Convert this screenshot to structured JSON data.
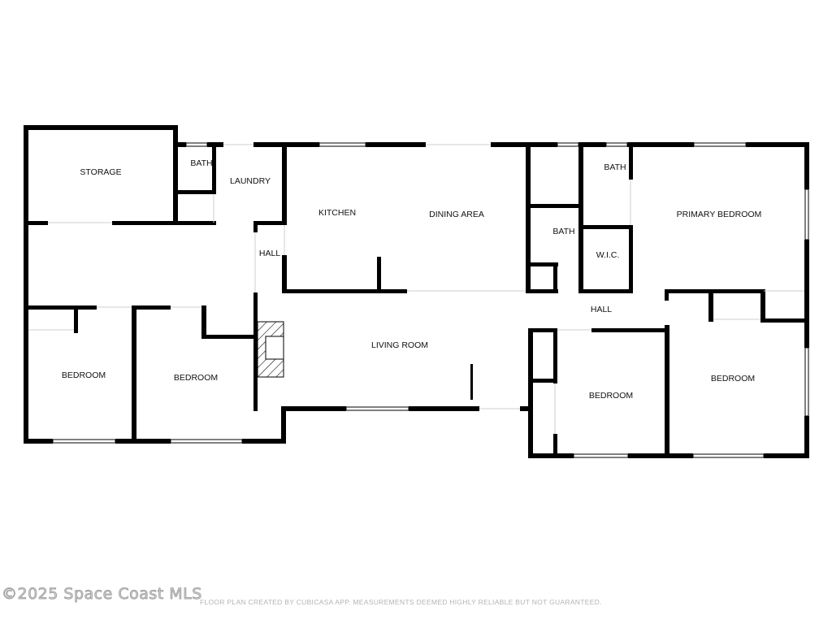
{
  "floor_plan": {
    "rooms": {
      "storage": "STORAGE",
      "bath_1": "BATH",
      "laundry": "LAUNDRY",
      "kitchen": "KITCHEN",
      "dining_area": "DINING AREA",
      "bath_2": "BATH",
      "bath_3": "BATH",
      "primary_bedroom": "PRIMARY BEDROOM",
      "wic": "W.I.C.",
      "hall_1": "HALL",
      "hall_2": "HALL",
      "living_room": "LIVING ROOM",
      "bedroom_1": "BEDROOM",
      "bedroom_2": "BEDROOM",
      "bedroom_3": "BEDROOM",
      "bedroom_4": "BEDROOM"
    }
  },
  "footer": {
    "watermark": "©2025 Space Coast MLS",
    "disclaimer": "FLOOR PLAN CREATED BY CUBICASA APP. MEASUREMENTS DEEMED HIGHLY RELIABLE BUT NOT GUARANTEED."
  }
}
